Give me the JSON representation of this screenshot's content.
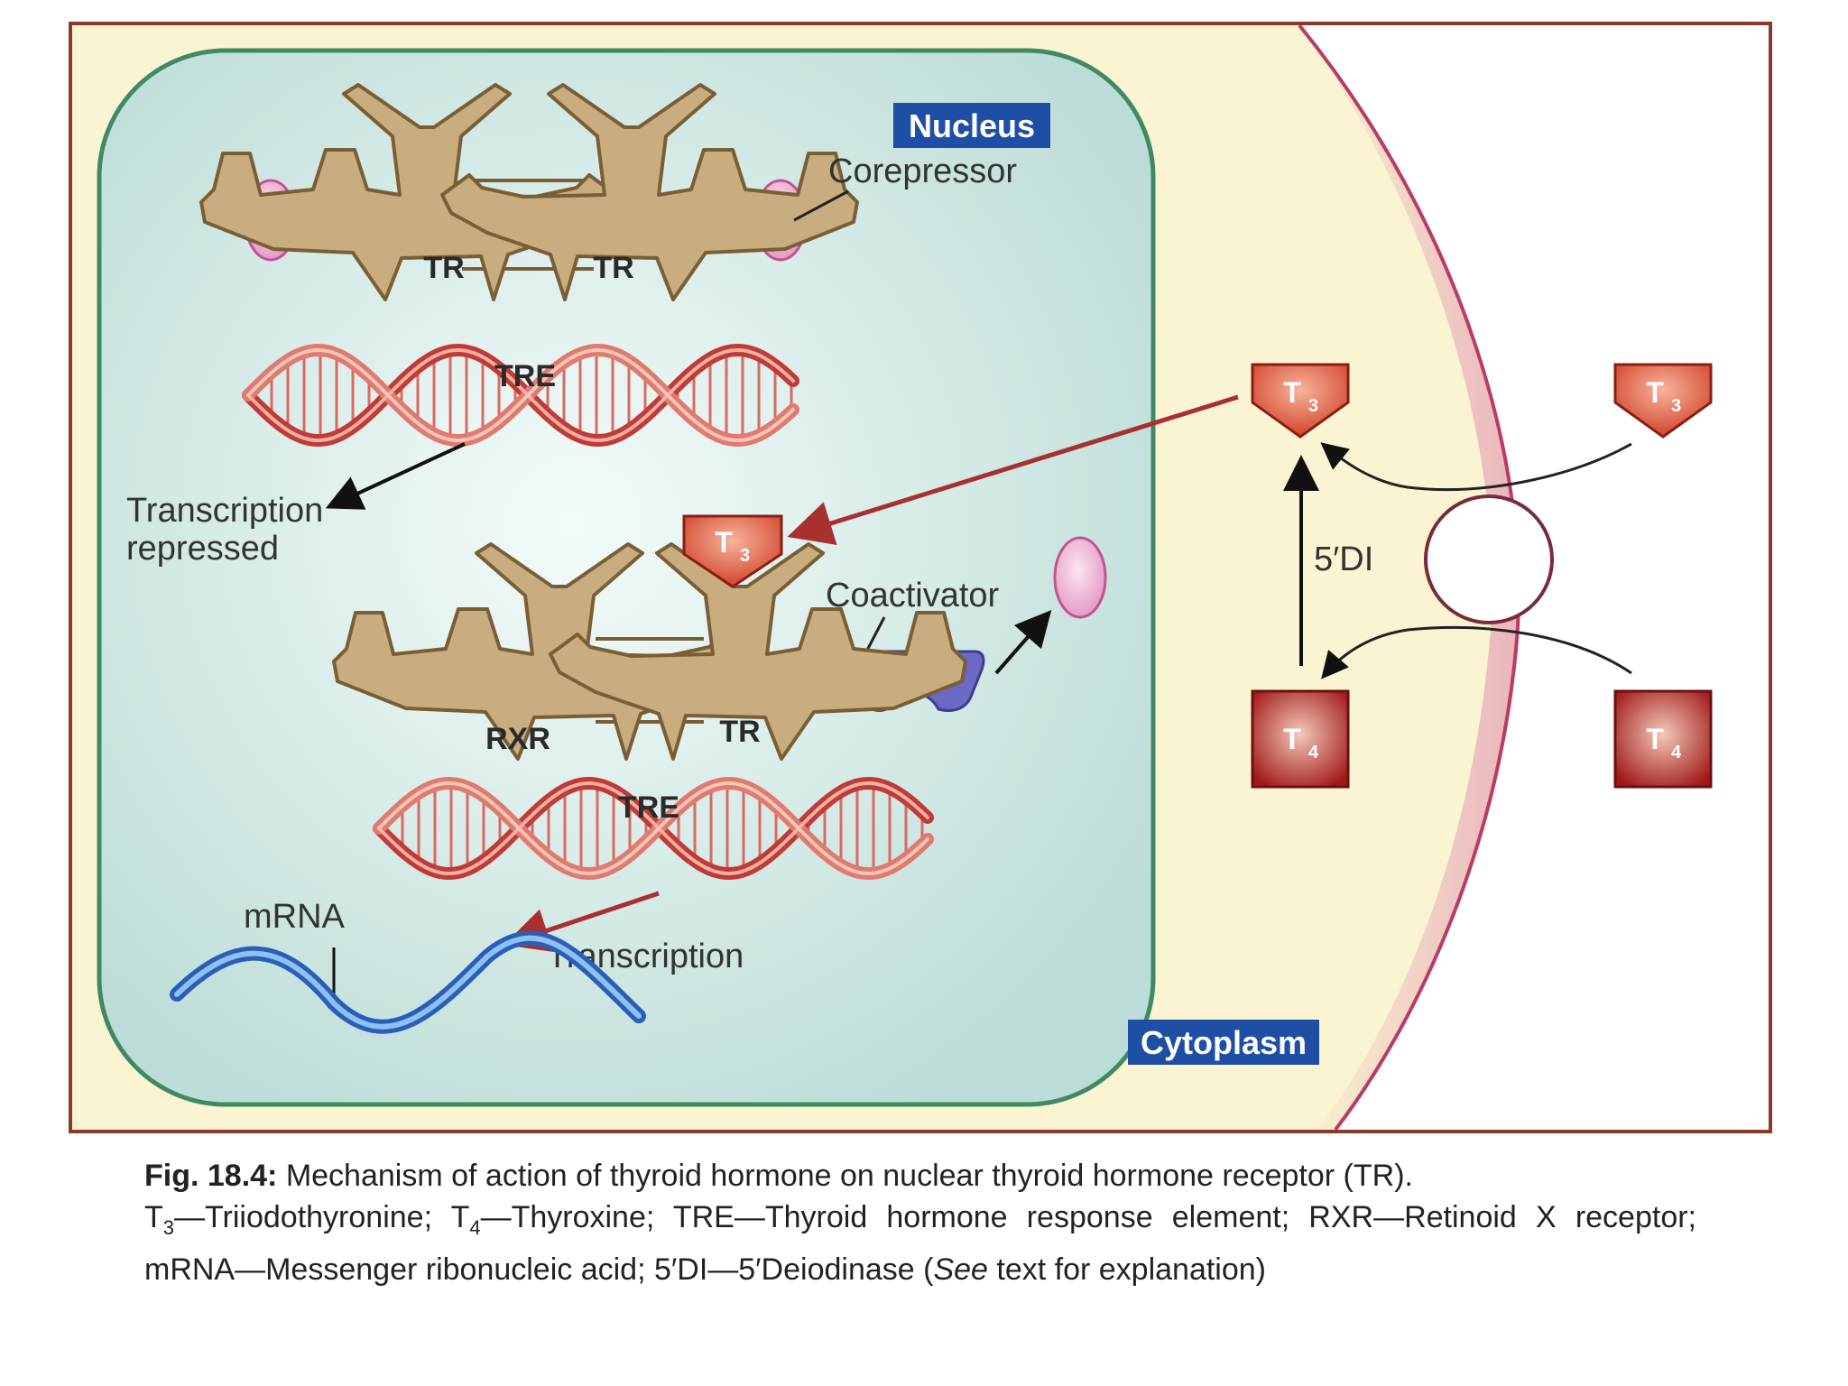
{
  "labels": {
    "nucleus": "Nucleus",
    "cytoplasm": "Cytoplasm",
    "corepressor": "Corepressor",
    "coactivator": "Coactivator",
    "tr": "TR",
    "rxr": "RXR",
    "tre": "TRE",
    "transcription_repressed_1": "Transcription",
    "transcription_repressed_2": "repressed",
    "mrna": "mRNA",
    "transcription": "Transcription",
    "deiodinase": "5′DI"
  },
  "hormones": {
    "t3": {
      "base": "T",
      "sub": "3"
    },
    "t4": {
      "base": "T",
      "sub": "4"
    }
  },
  "caption": {
    "fig_label": "Fig. 18.4:",
    "line1_text": " Mechanism of action of thyroid hormone on nuclear thyroid hormone receptor (TR).",
    "t3_base": "T",
    "t3_sub": "3",
    "t3_def": "—Triiodothyronine; ",
    "t4_base": "T",
    "t4_sub": "4",
    "t4_def": "—Thyroxine; TRE—Thyroid hormone response element; RXR—Retinoid X receptor; mRNA—Messenger ribonucleic acid; 5′DI—5′Deiodinase (",
    "see": "See",
    "end": " text for explanation)"
  },
  "colors": {
    "frame_border": "#8b3a2a",
    "cytoplasm_bg": "#fbf4d2",
    "membrane": "#c0587a",
    "nucleus_border": "#3f8a63",
    "nucleus_bg": "#d4ebe6",
    "receptor": "#c8ad80",
    "receptor_stroke": "#7a5f35",
    "label_box": "#1f4fa5",
    "dna": "#c03a36",
    "mrna": "#3f7fd4",
    "coactivator": "#6a6ac4",
    "corepressor": "#e9a9cf",
    "t3": "#d84a30",
    "t4": "#a4201c",
    "arrow_red": "#a83030"
  }
}
